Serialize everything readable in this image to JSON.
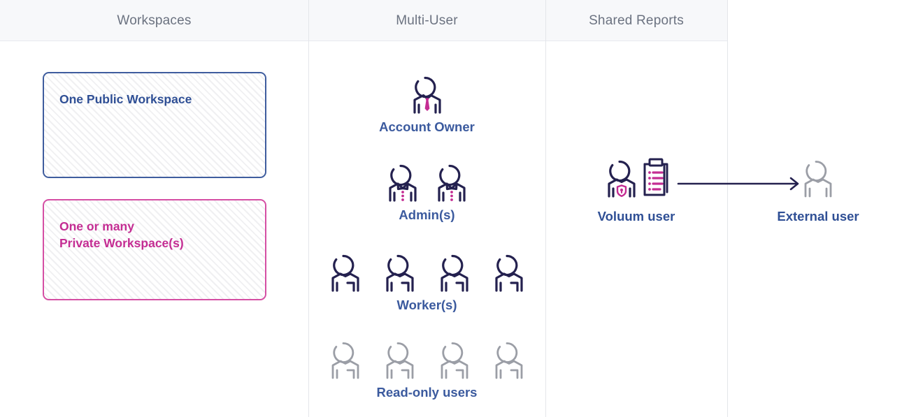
{
  "columns": {
    "workspaces": {
      "header": "Workspaces"
    },
    "multiuser": {
      "header": "Multi-User"
    },
    "reports": {
      "header": "Shared Reports"
    }
  },
  "workspaces": {
    "public": {
      "label": "One Public Workspace",
      "border_color": "#3f5d9e",
      "text_color": "#2f4f95"
    },
    "private": {
      "label": "One or many\nPrivate Workspace(s)",
      "border_color": "#d54fa4",
      "text_color": "#c42d93"
    }
  },
  "roles": [
    {
      "key": "owner",
      "label": "Account Owner",
      "count": 1,
      "icon": "person-tie-icon",
      "color": "#24214f",
      "accent": "#c42d93"
    },
    {
      "key": "admins",
      "label": "Admin(s)",
      "count": 2,
      "icon": "person-collar-icon",
      "color": "#24214f",
      "accent": "#c42d93"
    },
    {
      "key": "workers",
      "label": "Worker(s)",
      "count": 4,
      "icon": "person-icon",
      "color": "#24214f",
      "accent": "#24214f"
    },
    {
      "key": "readonly",
      "label": "Read-only users",
      "count": 4,
      "icon": "person-icon",
      "color": "#9b9ea6",
      "accent": "#9b9ea6"
    }
  ],
  "shared_reports": {
    "source": {
      "label": "Voluum user",
      "person_icon": "person-shield-icon",
      "report_icon": "clipboard-report-icon",
      "color": "#24214f",
      "accent": "#c42d93"
    },
    "arrow": {
      "icon": "arrow-right-icon",
      "color": "#24214f"
    },
    "target": {
      "label": "External user",
      "person_icon": "person-icon",
      "color": "#9b9ea6"
    }
  },
  "theme": {
    "header_bg": "#f7f8fa",
    "header_text": "#6b7280",
    "divider": "#e4e6ea",
    "label_blue": "#3b5a9e",
    "navy": "#24214f",
    "pink": "#c42d93",
    "gray": "#9b9ea6"
  }
}
